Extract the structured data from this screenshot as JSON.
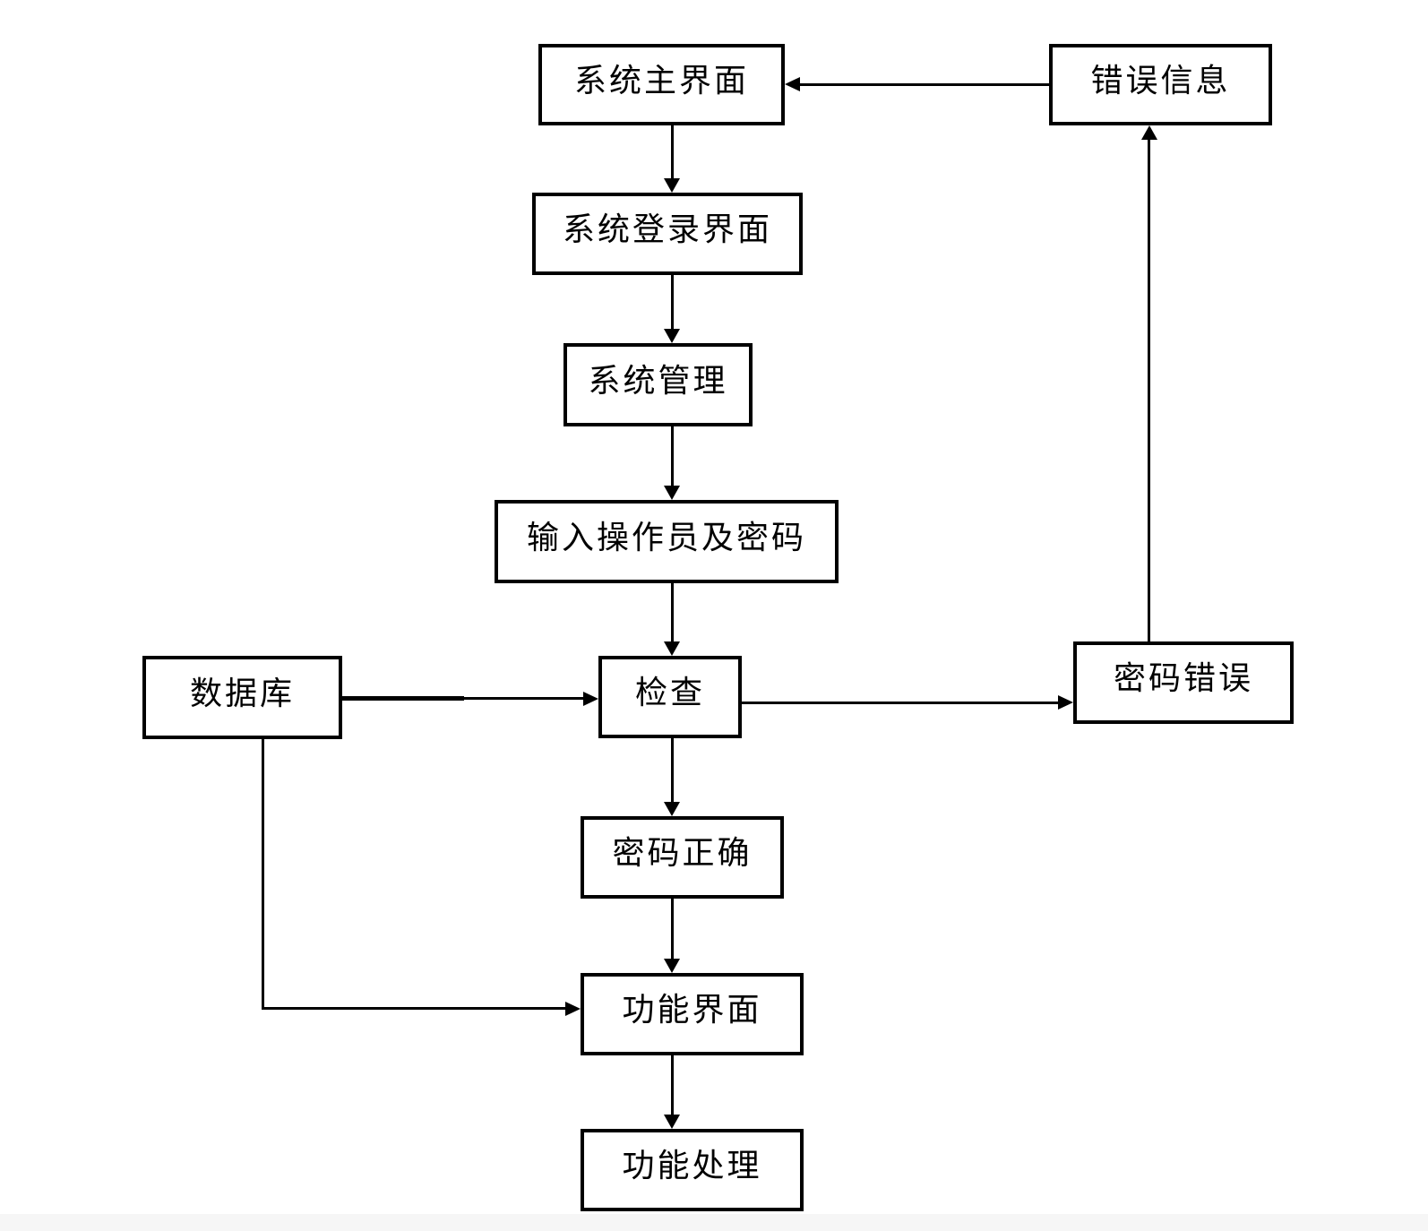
{
  "diagram": {
    "type": "flowchart",
    "background": "#ffffff",
    "line_color": "#000000",
    "nodes": [
      {
        "id": "system-main-ui",
        "label": "系统主界面"
      },
      {
        "id": "error-info",
        "label": "错误信息"
      },
      {
        "id": "system-login-ui",
        "label": "系统登录界面"
      },
      {
        "id": "system-management",
        "label": "系统管理"
      },
      {
        "id": "input-operator-password",
        "label": "输入操作员及密码"
      },
      {
        "id": "database",
        "label": "数据库"
      },
      {
        "id": "check",
        "label": "检查"
      },
      {
        "id": "password-wrong",
        "label": "密码错误"
      },
      {
        "id": "password-correct",
        "label": "密码正确"
      },
      {
        "id": "function-ui",
        "label": "功能界面"
      },
      {
        "id": "function-processing",
        "label": "功能处理"
      }
    ],
    "edges": [
      {
        "from": "system-main-ui",
        "to": "system-login-ui"
      },
      {
        "from": "system-login-ui",
        "to": "system-management"
      },
      {
        "from": "system-management",
        "to": "input-operator-password"
      },
      {
        "from": "input-operator-password",
        "to": "check"
      },
      {
        "from": "database",
        "to": "check"
      },
      {
        "from": "check",
        "to": "password-wrong"
      },
      {
        "from": "password-wrong",
        "to": "error-info"
      },
      {
        "from": "error-info",
        "to": "system-main-ui"
      },
      {
        "from": "check",
        "to": "password-correct"
      },
      {
        "from": "password-correct",
        "to": "function-ui"
      },
      {
        "from": "database",
        "to": "function-ui"
      },
      {
        "from": "function-ui",
        "to": "function-processing"
      }
    ]
  }
}
